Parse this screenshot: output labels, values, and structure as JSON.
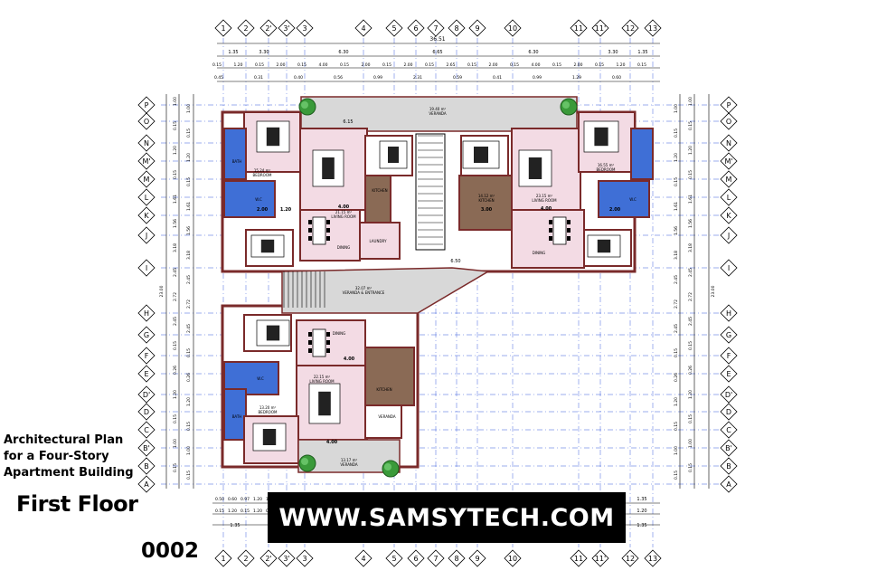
{
  "colors": {
    "wall": "#7a2a2a",
    "grid": "#4d6de0",
    "wet_area": "#3f6fd6",
    "floor_tile": "#f3dbe4",
    "kitchen": "#8a6a55",
    "veranda": "#d8d8d8",
    "tree": "#3a9a3a",
    "banner_bg": "#000000",
    "banner_text": "#ffffff"
  },
  "grid_top": [
    "1",
    "2",
    "2'",
    "3'",
    "3",
    "4",
    "5",
    "6",
    "7",
    "8",
    "9",
    "10",
    "11",
    "11'",
    "12",
    "13"
  ],
  "grid_left": [
    "P",
    "O",
    "N",
    "M'",
    "M",
    "L",
    "K",
    "J",
    "I",
    "H",
    "G",
    "F",
    "E",
    "D'",
    "D",
    "C",
    "B'",
    "B",
    "A"
  ],
  "top_dims": {
    "overall": "36.51",
    "row1": [
      "1.35",
      "3.30",
      "6.30",
      "6.65",
      "6.30",
      "3.30",
      "1.35"
    ],
    "row2": [
      "0.15",
      "1.20",
      "0.15",
      "2.00",
      "0.15",
      "4.00",
      "0.15",
      "2.00",
      "0.15",
      "2.00",
      "0.15",
      "2.65",
      "0.15",
      "2.00",
      "0.15",
      "4.00",
      "0.15",
      "2.00",
      "0.15",
      "1.20",
      "0.15"
    ],
    "row3": [
      "0.45",
      "0.31",
      "0.40",
      "0.56",
      "0.99",
      "2.31",
      "0.59",
      "0.41",
      "0.99",
      "1.29",
      "0.60"
    ]
  },
  "left_dims": {
    "overall": "23.00",
    "segments": [
      "1.00",
      "0.15",
      "1.20",
      "0.15",
      "1.61",
      "1.56",
      "3.18",
      "2.45",
      "2.72",
      "2.45",
      "0.15",
      "0.26",
      "1.20",
      "0.15",
      "1.00",
      "0.15"
    ]
  },
  "bottom_dims": {
    "row1": [
      "0.50",
      "0.60",
      "0.97",
      "1.20",
      "1.35"
    ],
    "row2": [
      "0.15",
      "1.20",
      "0.15",
      "1.20",
      "0.15"
    ]
  },
  "rooms": {
    "veranda_top": "VERANDA",
    "veranda_top_area": "19.40 m²",
    "bedroom": "BEDROOM",
    "master_bedroom_area_left": "15.24 m²",
    "master_bedroom_area_right": "16.55 m²",
    "master_bedroom_area_bottom": "13.20 m²",
    "living_room": "LIVING ROOM",
    "living_room_area_left": "21.15 m²",
    "living_room_area_right": "23.15 m²",
    "living_room_area_bottom": "22.15 m²",
    "kitchen": "KITCHEN",
    "kitchen_area": "14.12 m²",
    "dining": "DINING",
    "laundry": "LAUNDRY",
    "veranda_entrance": "VERANDA & ENTRANCE",
    "veranda_entrance_area": "32.07 m²",
    "veranda": "VERANDA",
    "veranda_bottom_area": "13.17 m²",
    "bath": "BATH",
    "wc": "W.C",
    "corridor_width": "6.15",
    "stair_width": "6.50",
    "room_dim_a": "4.00",
    "room_dim_b": "3.00",
    "room_dim_c": "2.00",
    "room_dim_d": "1.20"
  },
  "title": {
    "subtitle_lines": [
      "Architectural Plan",
      "for a Four-Story",
      "Apartment Building"
    ],
    "floor": "First Floor",
    "code": "0002"
  },
  "banner": {
    "text": "WWW.SAMSYTECH.COM"
  }
}
